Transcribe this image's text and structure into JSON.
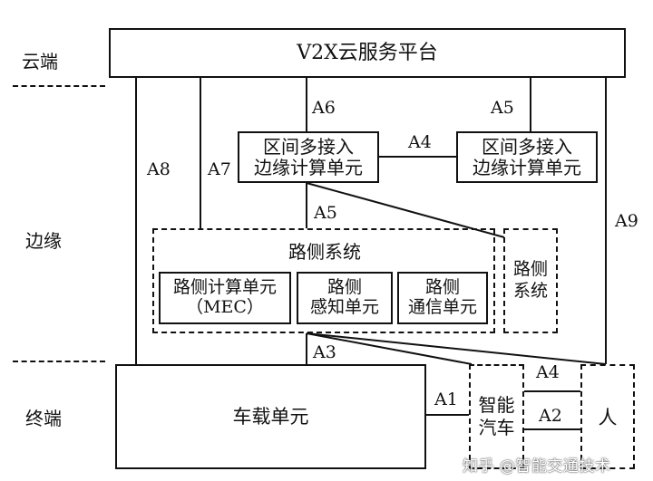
{
  "layers": {
    "cloud": "云端",
    "edge": "边缘",
    "terminal": "终端"
  },
  "cloud_platform": "V2X云服务平台",
  "edge_unit_left": {
    "line1": "区间多接入",
    "line2": "边缘计算单元"
  },
  "edge_unit_right": {
    "line1": "区间多接入",
    "line2": "边缘计算单元"
  },
  "roadside_system": {
    "title": "路侧系统",
    "mec": {
      "line1": "路侧计算单元",
      "line2": "（MEC）"
    },
    "sensing": {
      "line1": "路侧",
      "line2": "感知单元"
    },
    "comm": {
      "line1": "路侧",
      "line2": "通信单元"
    }
  },
  "roadside_system_right": {
    "line1": "路侧",
    "line2": "系统"
  },
  "vehicle_unit": "车载单元",
  "smart_car": {
    "line1": "智能",
    "line2": "汽车"
  },
  "person": "人",
  "interfaces": {
    "a1": "A1",
    "a2": "A2",
    "a3": "A3",
    "a4_edge": "A4",
    "a4_term": "A4",
    "a5_top": "A5",
    "a5_mid": "A5",
    "a6": "A6",
    "a7": "A7",
    "a8": "A8",
    "a9": "A9"
  },
  "watermark": "知乎 @智能交通技术"
}
